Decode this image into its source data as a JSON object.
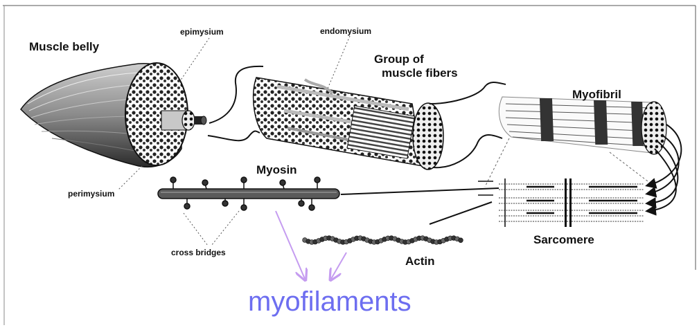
{
  "labels": {
    "muscle_belly": "Muscle belly",
    "epimysium": "epimysium",
    "endomysium": "endomysium",
    "group_of": "Group of",
    "muscle_fibers": "muscle fibers",
    "myofibril": "Myofibril",
    "myosin": "Myosin",
    "perimysium": "perimysium",
    "sarcomere": "Sarcomere",
    "cross_bridges": "cross bridges",
    "actin": "Actin",
    "myofilaments": "myofilaments"
  },
  "colors": {
    "arrow_violet": "#c59cf0",
    "myofilaments_text": "#6d6ef0",
    "ink": "#111111"
  }
}
